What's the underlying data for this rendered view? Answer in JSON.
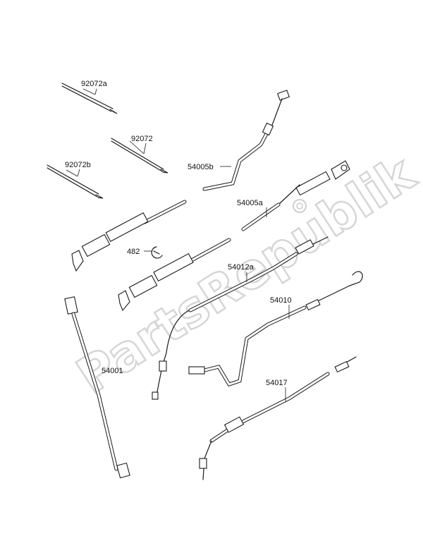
{
  "watermark": {
    "text": "PartsRepublik"
  },
  "labels": {
    "p92072a": "92072a",
    "p92072": "92072",
    "p92072b": "92072b",
    "p54005b": "54005b",
    "p54005a": "54005a",
    "p482": "482",
    "p54012a": "54012a",
    "p54010": "54010",
    "p54001": "54001",
    "p54017": "54017"
  },
  "colors": {
    "line": "#1a1a1a",
    "watermark": "#d6d6d6",
    "background": "#ffffff"
  }
}
